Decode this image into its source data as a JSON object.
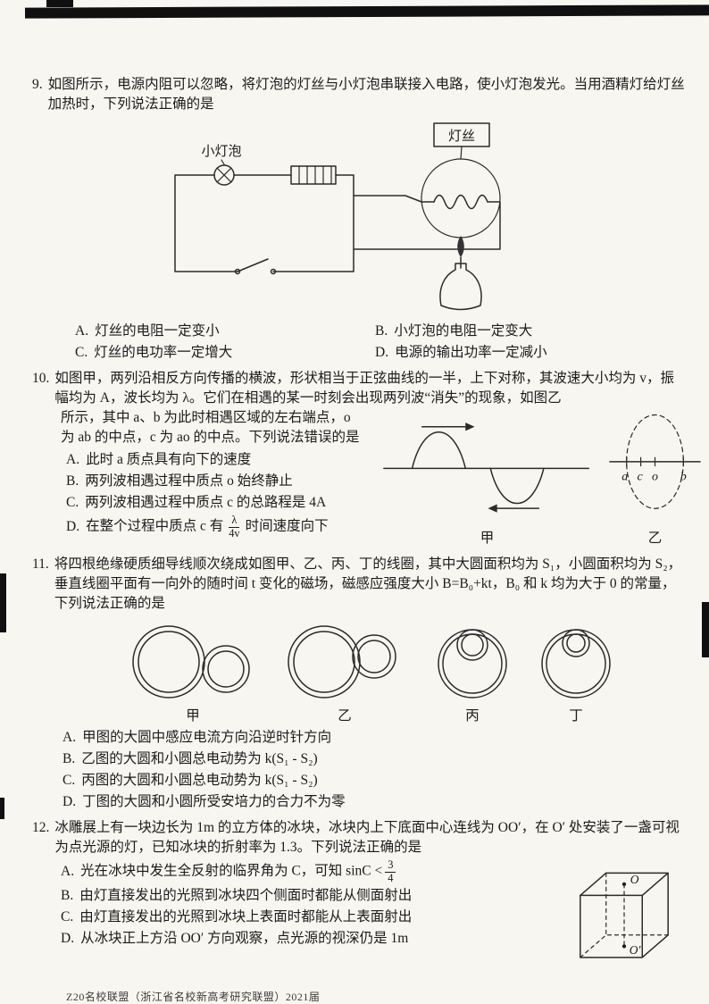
{
  "page": {
    "footer": "Z20名校联盟（浙江省名校新高考研究联盟）2021届"
  },
  "q9": {
    "number": "9.",
    "stem": "如图所示，电源内阻可以忽略，将灯泡的灯丝与小灯泡串联接入电路，使小灯泡发光。当用酒精灯给灯丝加热时，下列说法正确的是",
    "figure": {
      "bulb_label": "小灯泡",
      "filament_label": "灯丝"
    },
    "options": [
      {
        "label": "A.",
        "text": "灯丝的电阻一定变小"
      },
      {
        "label": "B.",
        "text": "小灯泡的电阻一定变大"
      },
      {
        "label": "C.",
        "text": "灯丝的电功率一定增大"
      },
      {
        "label": "D.",
        "text": "电源的输出功率一定减小"
      }
    ]
  },
  "q10": {
    "number": "10.",
    "stem1": "如图甲，两列沿相反方向传播的横波，形状相当于正弦曲线的一半，上下对称，其波速大小均为 v，振幅均为 A，波长均为 λ。它们在相遇的某一时刻会出现两列波“消失”的现象，如图乙",
    "stem2": "所示，其中 a、b 为此时相遇区域的左右端点，o 为 ab 的中点，c 为 ao 的中点。下列说法错误的是",
    "figure": {
      "label_jia": "甲",
      "label_yi": "乙",
      "points": {
        "a": "a",
        "c": "c",
        "o": "o",
        "b": "b"
      }
    },
    "options": [
      {
        "label": "A.",
        "text": "此时 a 质点具有向下的速度"
      },
      {
        "label": "B.",
        "text": "两列波相遇过程中质点 o 始终静止"
      },
      {
        "label": "C.",
        "text": "两列波相遇过程中质点 c 的总路程是 4A"
      },
      {
        "label": "D.",
        "pre": "在整个过程中质点 c 有",
        "frac_num": "λ",
        "frac_den": "4v",
        "post": "时间速度向下"
      }
    ]
  },
  "q11": {
    "number": "11.",
    "stem": "将四根绝缘硬质细导线顺次绕成如图甲、乙、丙、丁的线圈，其中大圆面积均为 S₁，小圆面积均为 S₂，垂直线圈平面有一向外的随时间 t 变化的磁场，磁感应强度大小 B=B₀+kt，B₀ 和 k 均为大于 0 的常量，下列说法正确的是",
    "figure": {
      "labels": [
        "甲",
        "乙",
        "丙",
        "丁"
      ]
    },
    "options": [
      {
        "label": "A.",
        "text": "甲图的大圆中感应电流方向沿逆时针方向"
      },
      {
        "label": "B.",
        "text": "乙图的大圆和小圆总电动势为 k(S₁ - S₂)"
      },
      {
        "label": "C.",
        "text": "丙图的大圆和小圆总电动势为 k(S₁ - S₂)"
      },
      {
        "label": "D.",
        "text": "丁图的大圆和小圆所受安培力的合力不为零"
      }
    ]
  },
  "q12": {
    "number": "12.",
    "stem": "冰雕展上有一块边长为 1m 的立方体的冰块，冰块内上下底面中心连线为 OO′，在 O′ 处安装了一盏可视为点光源的灯，已知冰块的折射率为 1.3。下列说法正确的是",
    "figure": {
      "top_label": "O",
      "bottom_label": "O′"
    },
    "options": [
      {
        "label": "A.",
        "pre": "光在冰块中发生全反射的临界角为 C，可知 sinC <",
        "frac_num": "3",
        "frac_den": "4",
        "post": ""
      },
      {
        "label": "B.",
        "text": "由灯直接发出的光照到冰块四个侧面时都能从侧面射出"
      },
      {
        "label": "C.",
        "text": "由灯直接发出的光照到冰块上表面时都能从上表面射出"
      },
      {
        "label": "D.",
        "text": "从冰块正上方沿 OO′ 方向观察，点光源的视深仍是 1m"
      }
    ]
  }
}
